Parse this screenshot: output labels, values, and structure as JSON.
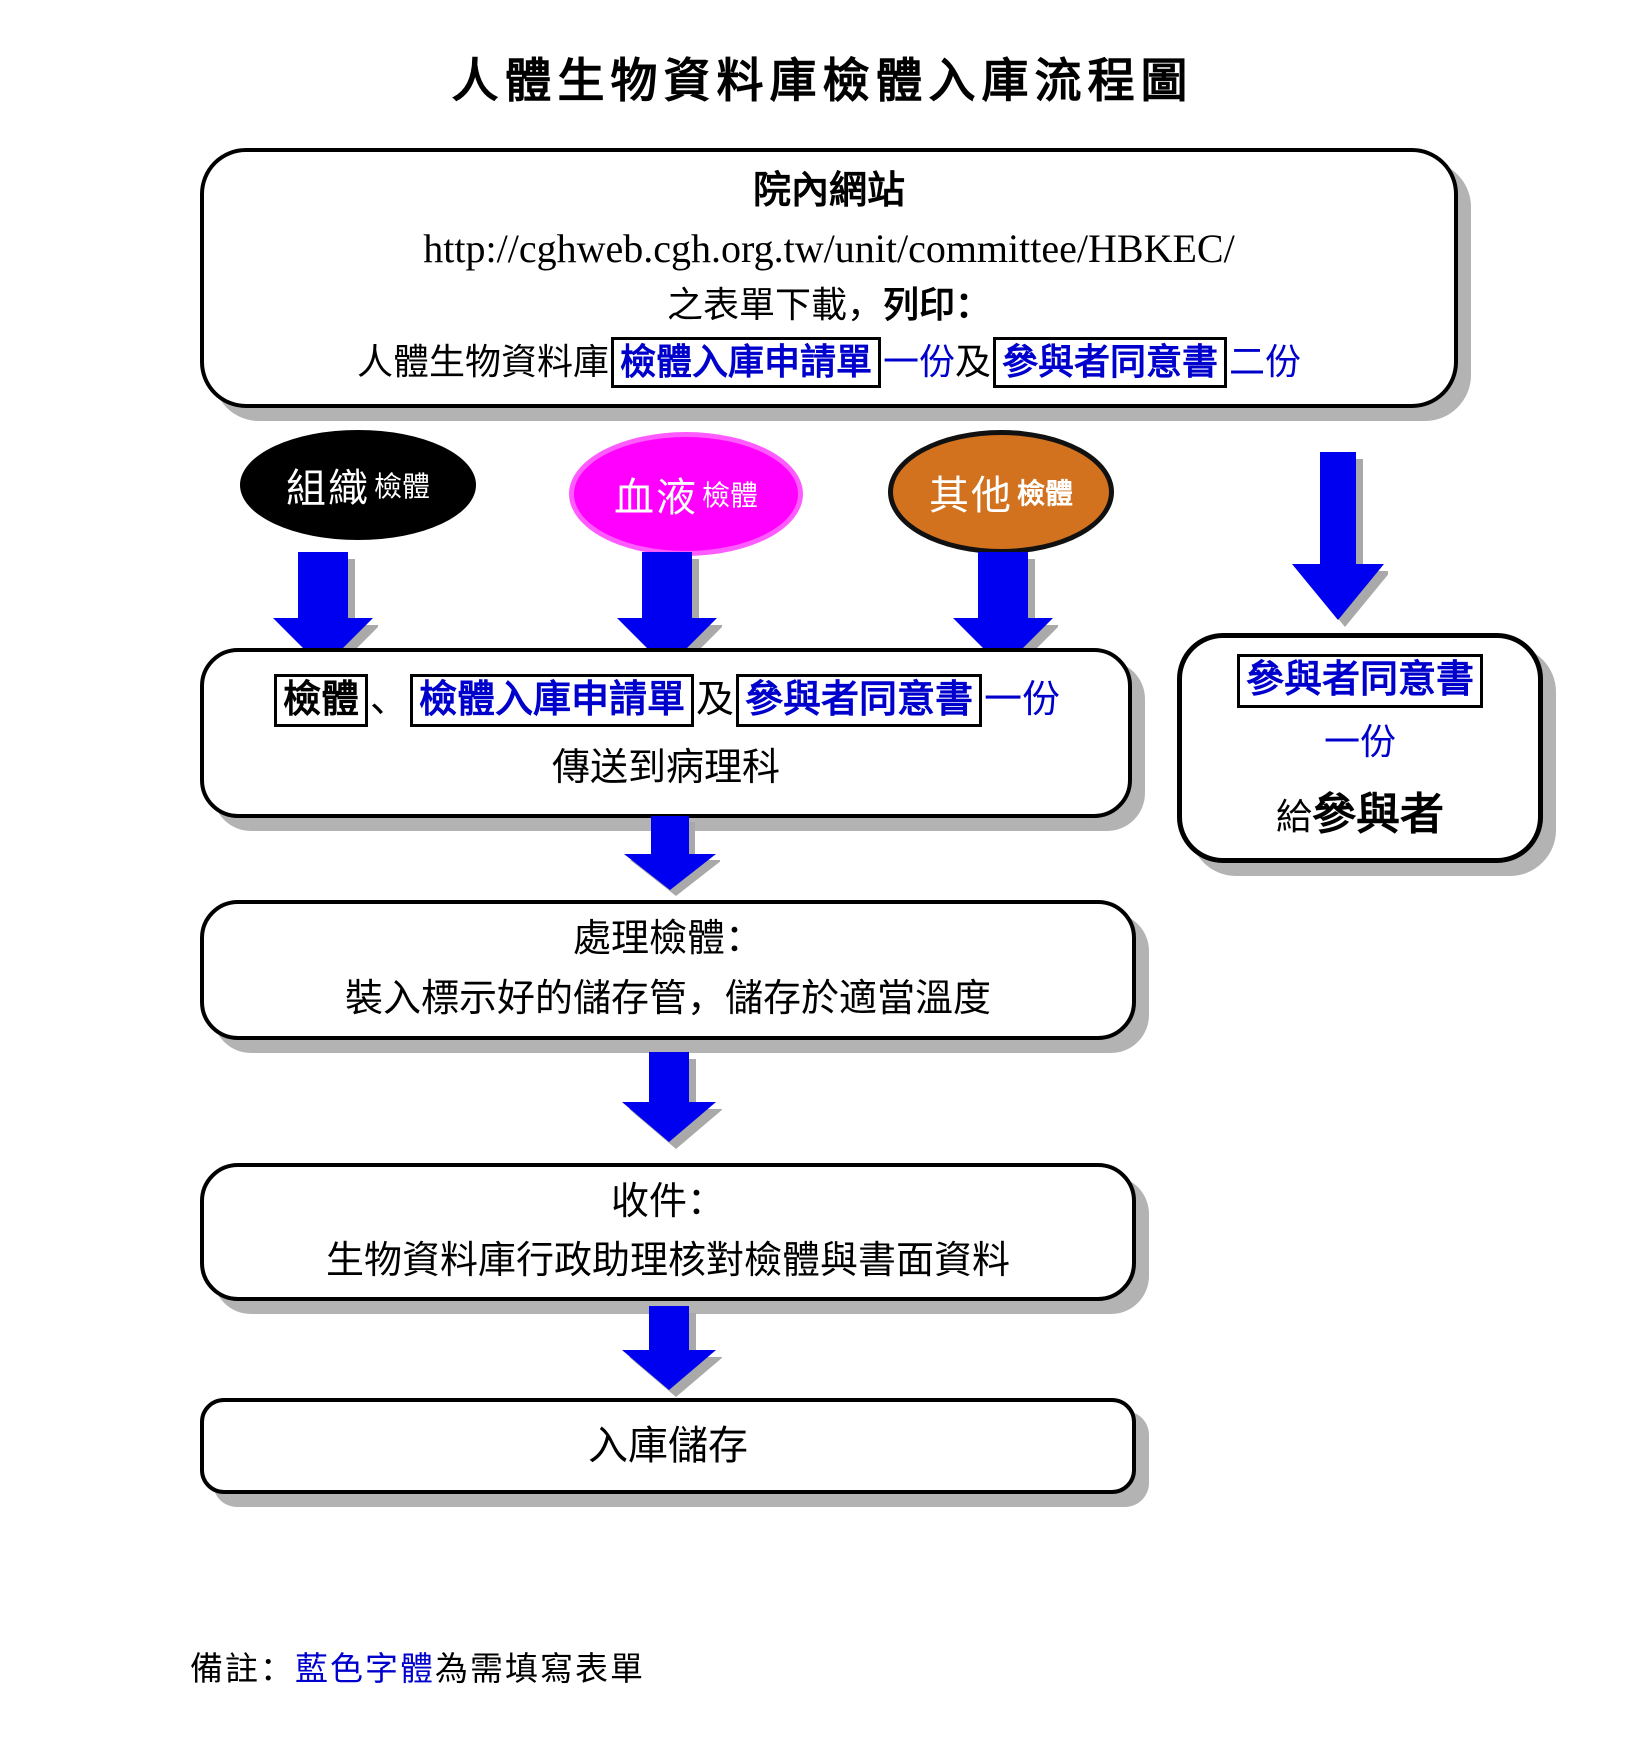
{
  "title": "人體生物資料庫檢體入庫流程圖",
  "top_box": {
    "heading": "院內網站",
    "url": "http://cghweb.cgh.org.tw/unit/committee/HBKEC/",
    "line3_prefix": "之表單下載，",
    "line3_bold": "列印：",
    "line4_prefix": "人體生物資料庫",
    "form_application": "檢體入庫申請單",
    "count1": "一份",
    "conj": "及",
    "form_consent": "參與者同意書",
    "count2": "二份"
  },
  "ellipses": [
    {
      "main": "組織",
      "sub": "檢體",
      "color": "#000000"
    },
    {
      "main": "血液",
      "sub": "檢體",
      "color": "#FF00FF"
    },
    {
      "main": "其他",
      "sub": "檢體",
      "color": "#D2711E"
    }
  ],
  "pathology_box": {
    "item_specimen": "檢體",
    "sep": "、",
    "item_application": "檢體入庫申請單",
    "conj": "及",
    "item_consent": "參與者同意書",
    "count": "一份",
    "line2": "傳送到病理科"
  },
  "participant_box": {
    "form": "參與者同意書",
    "count": "一份",
    "give_prefix": "給",
    "give_bold": "參與者"
  },
  "process_box": {
    "line1": "處理檢體：",
    "line2": "裝入標示好的儲存管，儲存於適當溫度"
  },
  "receive_box": {
    "line1": "收件：",
    "line2": "生物資料庫行政助理核對檢體與書面資料"
  },
  "storage_box": {
    "label": "入庫儲存"
  },
  "note": {
    "prefix": "備註：",
    "blue_part": "藍色字體",
    "suffix": "為需填寫表單"
  },
  "colors": {
    "form_text_blue": "#0000CC",
    "arrow_blue": "#0000F0",
    "arrow_shadow": "#A9A9A9",
    "box_shadow": "#B3B3B3",
    "tissue_ellipse": "#000000",
    "blood_ellipse": "#FF00FF",
    "other_ellipse": "#D2711E"
  }
}
